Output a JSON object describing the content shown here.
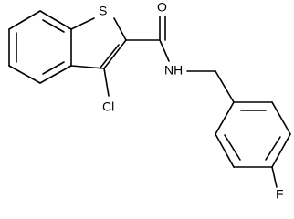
{
  "molecule": {
    "atoms": {
      "sulfur": "S",
      "oxygen": "O",
      "chlorine": "Cl",
      "amide_nitrogen": "NH",
      "fluorine": "F"
    }
  }
}
